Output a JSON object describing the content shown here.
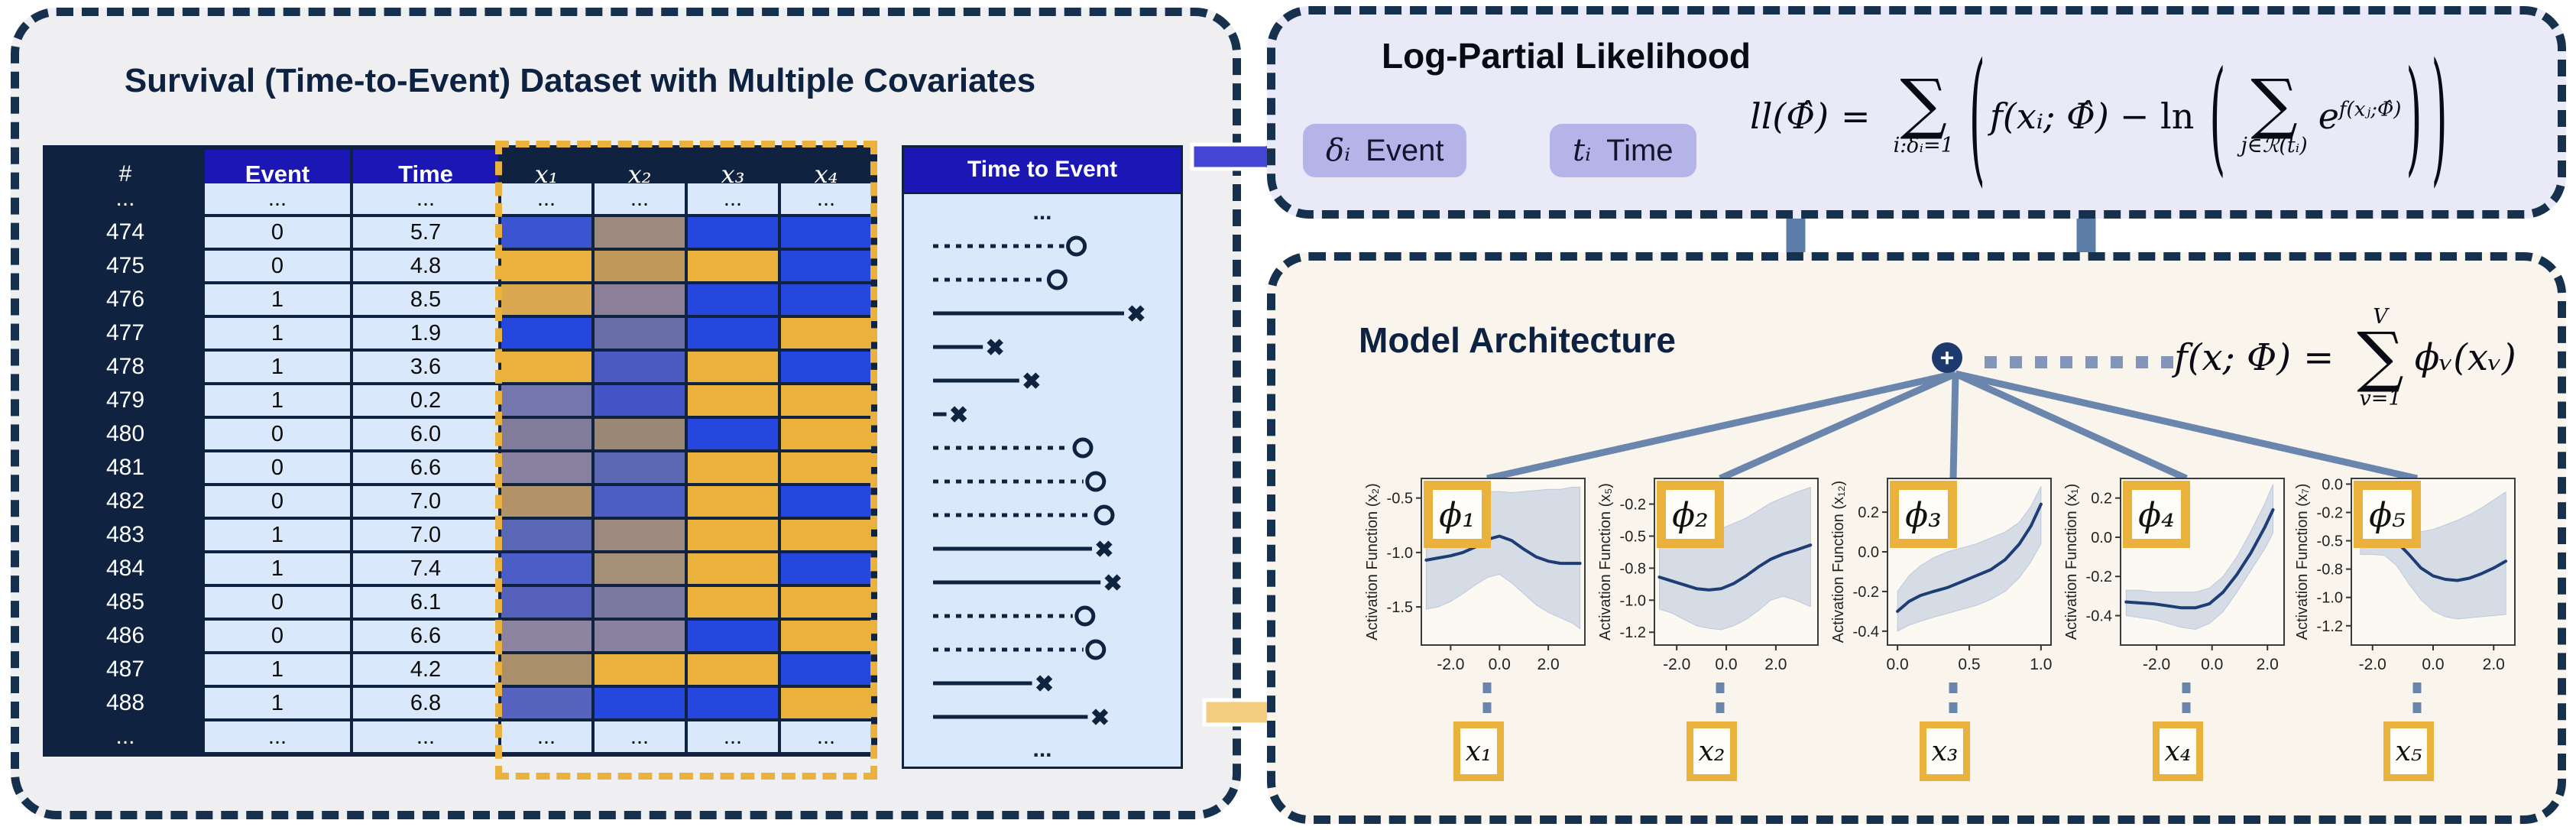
{
  "colors": {
    "navy": "#0f2240",
    "table_blue": "#1b17b4",
    "light_cell": "#d9e8fa",
    "accent_orange": "#eab23c",
    "steel_arrow": "#5b7da8",
    "fan_line": "#6b86ad",
    "dotted_conn": "#8296b9",
    "blue_arrow": "#4545d5",
    "yellow_arrow": "#f3cd7f",
    "curve": "#1e3d75",
    "band": "#bdc9db",
    "plot_bg": "#fcf9f3",
    "node": "#1d3a6e"
  },
  "dataset_panel": {
    "title": "Survival (Time-to-Event) Dataset with Multiple Covariates",
    "ellipsis": "...",
    "table": {
      "headers": {
        "index": "#",
        "event": "Event",
        "time": "Time",
        "covariates": [
          "x₁",
          "x₂",
          "x₃",
          "x₄"
        ]
      },
      "rows": [
        {
          "index": "474",
          "event": "0",
          "time": "5.7",
          "cov_colors": [
            "#3a55cf",
            "#9b8a7d",
            "#2647dd",
            "#2647dd"
          ]
        },
        {
          "index": "475",
          "event": "0",
          "time": "4.8",
          "cov_colors": [
            "#eab23c",
            "#c09a58",
            "#eab23c",
            "#2647dd"
          ]
        },
        {
          "index": "476",
          "event": "1",
          "time": "8.5",
          "cov_colors": [
            "#d8a74e",
            "#8d7f98",
            "#2647dd",
            "#2647dd"
          ]
        },
        {
          "index": "477",
          "event": "1",
          "time": "1.9",
          "cov_colors": [
            "#2647dd",
            "#6a6ea6",
            "#2647dd",
            "#eab23c"
          ]
        },
        {
          "index": "478",
          "event": "1",
          "time": "3.6",
          "cov_colors": [
            "#eab23c",
            "#4a5ac2",
            "#eab23c",
            "#2647dd"
          ]
        },
        {
          "index": "479",
          "event": "1",
          "time": "0.2",
          "cov_colors": [
            "#7477ae",
            "#4455c8",
            "#eab23c",
            "#eab23c"
          ]
        },
        {
          "index": "480",
          "event": "0",
          "time": "6.0",
          "cov_colors": [
            "#827c9b",
            "#9a8877",
            "#2647dd",
            "#eab23c"
          ]
        },
        {
          "index": "481",
          "event": "0",
          "time": "6.6",
          "cov_colors": [
            "#8981a0",
            "#5b67b2",
            "#eab23c",
            "#eab23c"
          ]
        },
        {
          "index": "482",
          "event": "0",
          "time": "7.0",
          "cov_colors": [
            "#b29367",
            "#4c5ec4",
            "#eab23c",
            "#2647dd"
          ]
        },
        {
          "index": "483",
          "event": "1",
          "time": "7.0",
          "cov_colors": [
            "#5a67b6",
            "#9c8a7f",
            "#eab23c",
            "#eab23c"
          ]
        },
        {
          "index": "484",
          "event": "1",
          "time": "7.4",
          "cov_colors": [
            "#4b5dc6",
            "#a68f77",
            "#eab23c",
            "#2647dd"
          ]
        },
        {
          "index": "485",
          "event": "0",
          "time": "6.1",
          "cov_colors": [
            "#5560bb",
            "#7c79a3",
            "#eab23c",
            "#eab23c"
          ]
        },
        {
          "index": "486",
          "event": "0",
          "time": "6.6",
          "cov_colors": [
            "#8c84a0",
            "#8a81a1",
            "#2647dd",
            "#eab23c"
          ]
        },
        {
          "index": "487",
          "event": "1",
          "time": "4.2",
          "cov_colors": [
            "#aa8f6b",
            "#eab23c",
            "#eab23c",
            "#2647dd"
          ]
        },
        {
          "index": "488",
          "event": "1",
          "time": "6.8",
          "cov_colors": [
            "#5663bf",
            "#2647dd",
            "#2647dd",
            "#eab23c"
          ]
        }
      ]
    },
    "tte": {
      "header": "Time to Event",
      "max_time": 8.5,
      "rows": [
        {
          "event": 0,
          "time": 5.7
        },
        {
          "event": 0,
          "time": 4.8
        },
        {
          "event": 1,
          "time": 8.5
        },
        {
          "event": 1,
          "time": 1.9
        },
        {
          "event": 1,
          "time": 3.6
        },
        {
          "event": 1,
          "time": 0.2
        },
        {
          "event": 0,
          "time": 6.0
        },
        {
          "event": 0,
          "time": 6.6
        },
        {
          "event": 0,
          "time": 7.0
        },
        {
          "event": 1,
          "time": 7.0
        },
        {
          "event": 1,
          "time": 7.4
        },
        {
          "event": 0,
          "time": 6.1
        },
        {
          "event": 0,
          "time": 6.6
        },
        {
          "event": 1,
          "time": 4.2
        },
        {
          "event": 1,
          "time": 6.8
        }
      ]
    }
  },
  "likelihood_panel": {
    "title": "Log-Partial Likelihood",
    "badges": [
      {
        "symbol": "δᵢ",
        "label": "Event"
      },
      {
        "symbol": "tᵢ",
        "label": "Time"
      }
    ],
    "formula": {
      "lhs": "ll(Φ̂)",
      "eq": "=",
      "sum_symbol": "∑",
      "sum1_sub": "i:δᵢ=1",
      "term1": "f(xᵢ; Φ̂)",
      "operator": "− ln",
      "sum2_sub": "j∈ℛ(tᵢ)",
      "exp_base": "e",
      "exp_sup": "f(xⱼ;Φ̂)",
      "open_paren": "(",
      "close_paren": ")"
    }
  },
  "model_panel": {
    "title": "Model Architecture",
    "node_symbol": "+",
    "formula": {
      "lhs": "f(x; Φ)",
      "eq": "=",
      "sum_symbol": "∑",
      "sum_top": "V",
      "sum_bot": "v=1",
      "term": "ϕᵥ(xᵥ)"
    },
    "inputs": [
      "x₁",
      "x₂",
      "x₃",
      "x₄",
      "x₅"
    ]
  },
  "chart_data": [
    {
      "type": "line",
      "phi_label": "ϕ₁",
      "ylabel": "Activation Function (x₂)",
      "xlim": [
        -3.2,
        3.5
      ],
      "ylim": [
        -1.85,
        -0.32
      ],
      "xtick_vals": [
        -2,
        0,
        2
      ],
      "xtick_labels": [
        "-2.0",
        "0.0",
        "2.0"
      ],
      "ytick_vals": [
        -0.5,
        -1.0,
        -1.5
      ],
      "ytick_labels": [
        "-0.5",
        "-1.0",
        "-1.5"
      ],
      "x": [
        -3.0,
        -2.5,
        -2.0,
        -1.5,
        -1.0,
        -0.5,
        0.0,
        0.5,
        1.0,
        1.5,
        2.0,
        2.5,
        3.0,
        3.3
      ],
      "y": [
        -1.07,
        -1.05,
        -1.03,
        -1.0,
        -0.95,
        -0.88,
        -0.85,
        -0.89,
        -0.97,
        -1.04,
        -1.08,
        -1.1,
        -1.1,
        -1.1
      ],
      "band_hi": [
        -0.52,
        -0.5,
        -0.48,
        -0.46,
        -0.45,
        -0.44,
        -0.44,
        -0.45,
        -0.44,
        -0.43,
        -0.42,
        -0.42,
        -0.4,
        -0.4
      ],
      "band_lo": [
        -1.52,
        -1.5,
        -1.45,
        -1.38,
        -1.3,
        -1.23,
        -1.2,
        -1.28,
        -1.38,
        -1.48,
        -1.55,
        -1.6,
        -1.65,
        -1.7
      ]
    },
    {
      "type": "line",
      "phi_label": "ϕ₂",
      "ylabel": "Activation Function (x₅)",
      "xlim": [
        -2.9,
        3.7
      ],
      "ylim": [
        -1.35,
        -0.05
      ],
      "xtick_vals": [
        -2,
        0,
        2
      ],
      "xtick_labels": [
        "-2.0",
        "0.0",
        "2.0"
      ],
      "ytick_vals": [
        -0.25,
        -0.5,
        -0.75,
        -1.0,
        -1.25
      ],
      "ytick_labels": [
        "-0.2",
        "-0.5",
        "-0.8",
        "-1.0",
        "-1.2"
      ],
      "x": [
        -2.7,
        -2.2,
        -1.7,
        -1.2,
        -0.7,
        -0.2,
        0.3,
        0.8,
        1.3,
        1.8,
        2.3,
        2.8,
        3.4
      ],
      "y": [
        -0.82,
        -0.85,
        -0.88,
        -0.91,
        -0.92,
        -0.91,
        -0.87,
        -0.81,
        -0.74,
        -0.68,
        -0.64,
        -0.61,
        -0.57
      ],
      "band_hi": [
        -0.38,
        -0.4,
        -0.42,
        -0.44,
        -0.45,
        -0.44,
        -0.4,
        -0.36,
        -0.3,
        -0.24,
        -0.2,
        -0.16,
        -0.12
      ],
      "band_lo": [
        -1.07,
        -1.1,
        -1.15,
        -1.2,
        -1.22,
        -1.23,
        -1.2,
        -1.15,
        -1.08,
        -1.0,
        -0.97,
        -1.0,
        -1.05
      ]
    },
    {
      "type": "line",
      "phi_label": "ϕ₃",
      "ylabel": "Activation Function (x₁₂)",
      "xlim": [
        -0.07,
        1.07
      ],
      "ylim": [
        -0.47,
        0.37
      ],
      "xtick_vals": [
        0,
        0.5,
        1
      ],
      "xtick_labels": [
        "0.0",
        "0.5",
        "1.0"
      ],
      "ytick_vals": [
        0.2,
        0.0,
        -0.2,
        -0.4
      ],
      "ytick_labels": [
        "0.2",
        "0.0",
        "-0.2",
        "-0.4"
      ],
      "x": [
        0,
        0.08,
        0.16,
        0.25,
        0.35,
        0.45,
        0.55,
        0.65,
        0.75,
        0.85,
        0.93,
        1.0
      ],
      "y": [
        -0.3,
        -0.25,
        -0.22,
        -0.2,
        -0.18,
        -0.15,
        -0.12,
        -0.09,
        -0.04,
        0.04,
        0.13,
        0.24
      ],
      "band_hi": [
        -0.2,
        -0.12,
        -0.07,
        -0.03,
        0.0,
        0.02,
        0.04,
        0.07,
        0.1,
        0.15,
        0.23,
        0.33
      ],
      "band_lo": [
        -0.4,
        -0.37,
        -0.35,
        -0.33,
        -0.31,
        -0.29,
        -0.27,
        -0.24,
        -0.2,
        -0.13,
        -0.05,
        0.04
      ]
    },
    {
      "type": "line",
      "phi_label": "ϕ₄",
      "ylabel": "Activation Function (x₁)",
      "xlim": [
        -3.3,
        2.6
      ],
      "ylim": [
        -0.55,
        0.3
      ],
      "xtick_vals": [
        -2,
        0,
        2
      ],
      "xtick_labels": [
        "-2.0",
        "0.0",
        "2.0"
      ],
      "ytick_vals": [
        0.2,
        0.0,
        -0.2,
        -0.4
      ],
      "ytick_labels": [
        "0.2",
        "0.0",
        "-0.2",
        "-0.4"
      ],
      "x": [
        -3.1,
        -2.6,
        -2.1,
        -1.6,
        -1.1,
        -0.6,
        -0.1,
        0.4,
        0.9,
        1.4,
        1.9,
        2.2
      ],
      "y": [
        -0.33,
        -0.335,
        -0.34,
        -0.35,
        -0.36,
        -0.36,
        -0.34,
        -0.28,
        -0.19,
        -0.08,
        0.05,
        0.14
      ],
      "band_hi": [
        -0.27,
        -0.27,
        -0.28,
        -0.28,
        -0.28,
        -0.28,
        -0.26,
        -0.2,
        -0.1,
        0.03,
        0.17,
        0.27
      ],
      "band_lo": [
        -0.4,
        -0.41,
        -0.42,
        -0.44,
        -0.46,
        -0.47,
        -0.44,
        -0.38,
        -0.28,
        -0.17,
        -0.06,
        0.02
      ]
    },
    {
      "type": "line",
      "phi_label": "ϕ₅",
      "ylabel": "Activation Function (x₇)",
      "xlim": [
        -2.7,
        2.7
      ],
      "ylim": [
        -1.42,
        0.05
      ],
      "xtick_vals": [
        -2,
        0,
        2
      ],
      "xtick_labels": [
        "-2.0",
        "0.0",
        "2.0"
      ],
      "ytick_vals": [
        0,
        -0.25,
        -0.5,
        -0.75,
        -1.0,
        -1.25
      ],
      "ytick_labels": [
        "0.0",
        "-0.2",
        "-0.5",
        "-0.8",
        "-1.0",
        "-1.2"
      ],
      "x": [
        -2.4,
        -2.0,
        -1.6,
        -1.2,
        -0.8,
        -0.4,
        0.0,
        0.4,
        0.8,
        1.2,
        1.6,
        2.0,
        2.4
      ],
      "y": [
        -0.4,
        -0.41,
        -0.44,
        -0.51,
        -0.62,
        -0.74,
        -0.81,
        -0.84,
        -0.85,
        -0.83,
        -0.79,
        -0.74,
        -0.68
      ],
      "band_hi": [
        -0.17,
        -0.2,
        -0.26,
        -0.33,
        -0.4,
        -0.42,
        -0.4,
        -0.36,
        -0.32,
        -0.27,
        -0.21,
        -0.14,
        -0.07
      ],
      "band_lo": [
        -0.62,
        -0.62,
        -0.63,
        -0.72,
        -0.88,
        -1.02,
        -1.12,
        -1.17,
        -1.19,
        -1.18,
        -1.17,
        -1.16,
        -1.15
      ]
    }
  ]
}
